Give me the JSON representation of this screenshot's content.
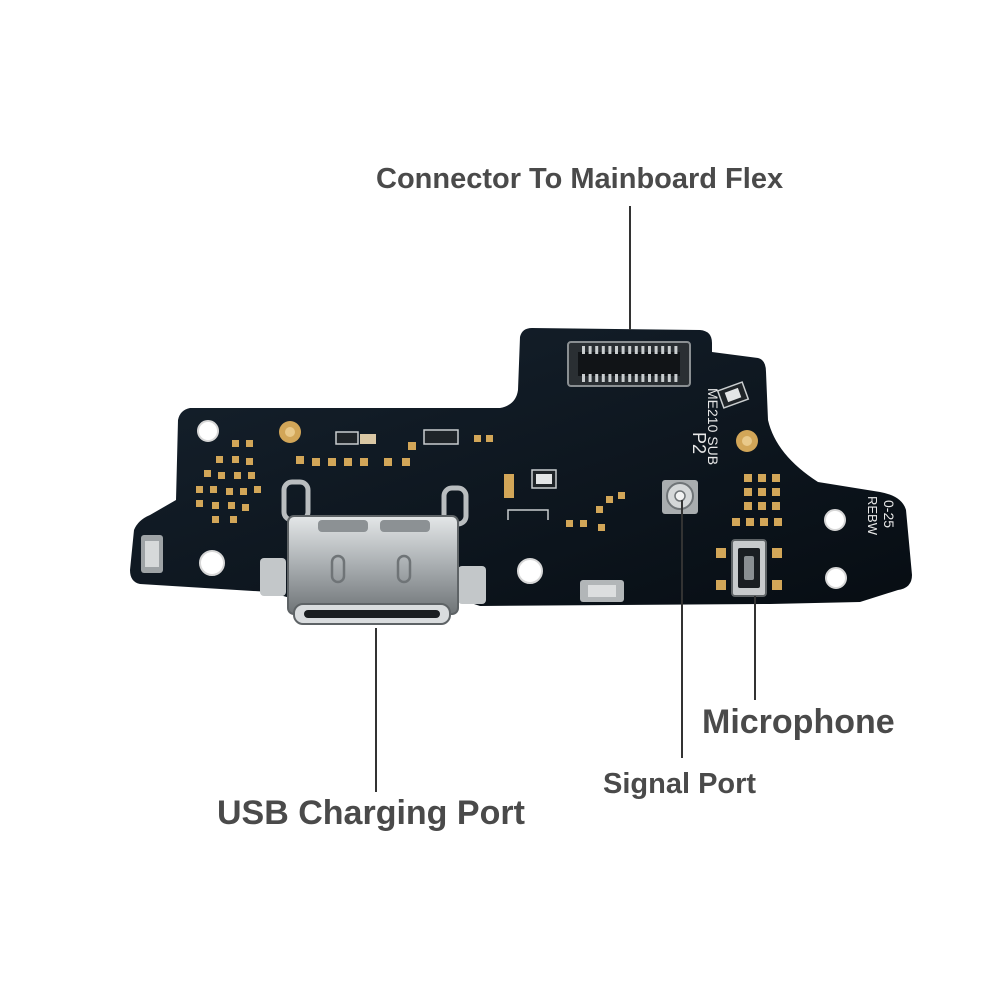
{
  "labels": {
    "connector": "Connector To Mainboard Flex",
    "usb": "USB Charging Port",
    "signal": "Signal Port",
    "microphone": "Microphone"
  },
  "silkscreen": {
    "board_id": "ME210 SUB",
    "revision": "P2",
    "date_code": "0-25",
    "code": "REBW"
  },
  "colors": {
    "board": "#0d1620",
    "gold": "#d2a658",
    "metal": "#b9bdbf",
    "label_text": "#4a4a4a",
    "leader_line": "#333333"
  }
}
